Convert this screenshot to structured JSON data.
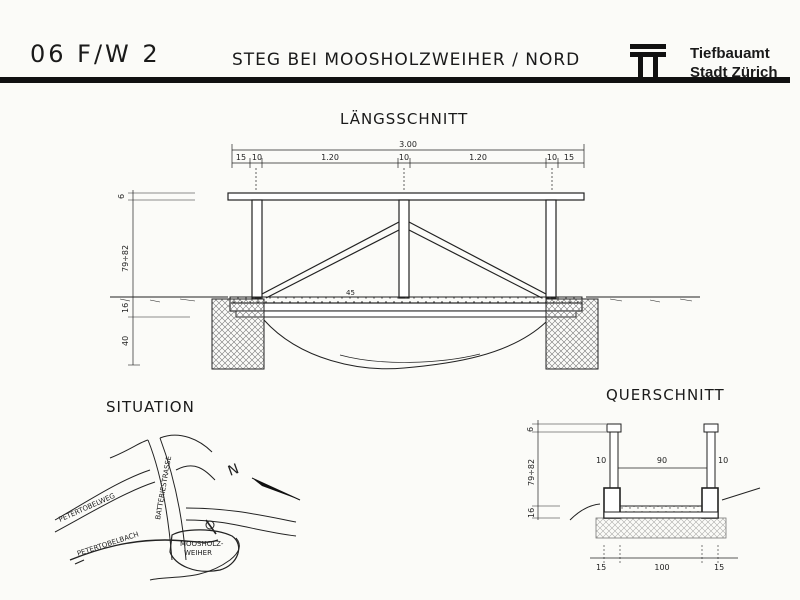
{
  "header": {
    "code": "06 F/W 2",
    "title": "STEG BEI MOOSHOLZWEIHER / NORD",
    "org_line1": "Tiefbauamt",
    "org_line2": "Stadt Zürich",
    "logo_icon": "tiefbauamt-logo-icon"
  },
  "sections": {
    "laengsschnitt": "LÄNGSSCHNITT",
    "situation": "SITUATION",
    "querschnitt": "QUERSCHNITT"
  },
  "laengsschnitt_dims": {
    "total": "3.00",
    "segments": [
      "15",
      "10",
      "1.20",
      "10",
      "1.20",
      "10",
      "15"
    ],
    "rail_height": "6",
    "railing_height": "79÷82",
    "deck_thickness": "16",
    "foundation_depth": "40",
    "deck_mark": "45"
  },
  "situation_labels": {
    "road1": "PETERTOBELWEG",
    "road2": "BATTERIESTRASSE",
    "stream": "PETERTOBELBACH",
    "pond_line1": "MOOSHOLZ-",
    "pond_line2": "WEIHER",
    "north": "N"
  },
  "querschnitt_dims": {
    "rail_height": "6",
    "railing_height": "79÷82",
    "deck_thickness": "16",
    "post_left": "10",
    "inner_width": "90",
    "post_right": "10",
    "bottom_left": "15",
    "bottom_mid": "100",
    "bottom_right": "15"
  }
}
